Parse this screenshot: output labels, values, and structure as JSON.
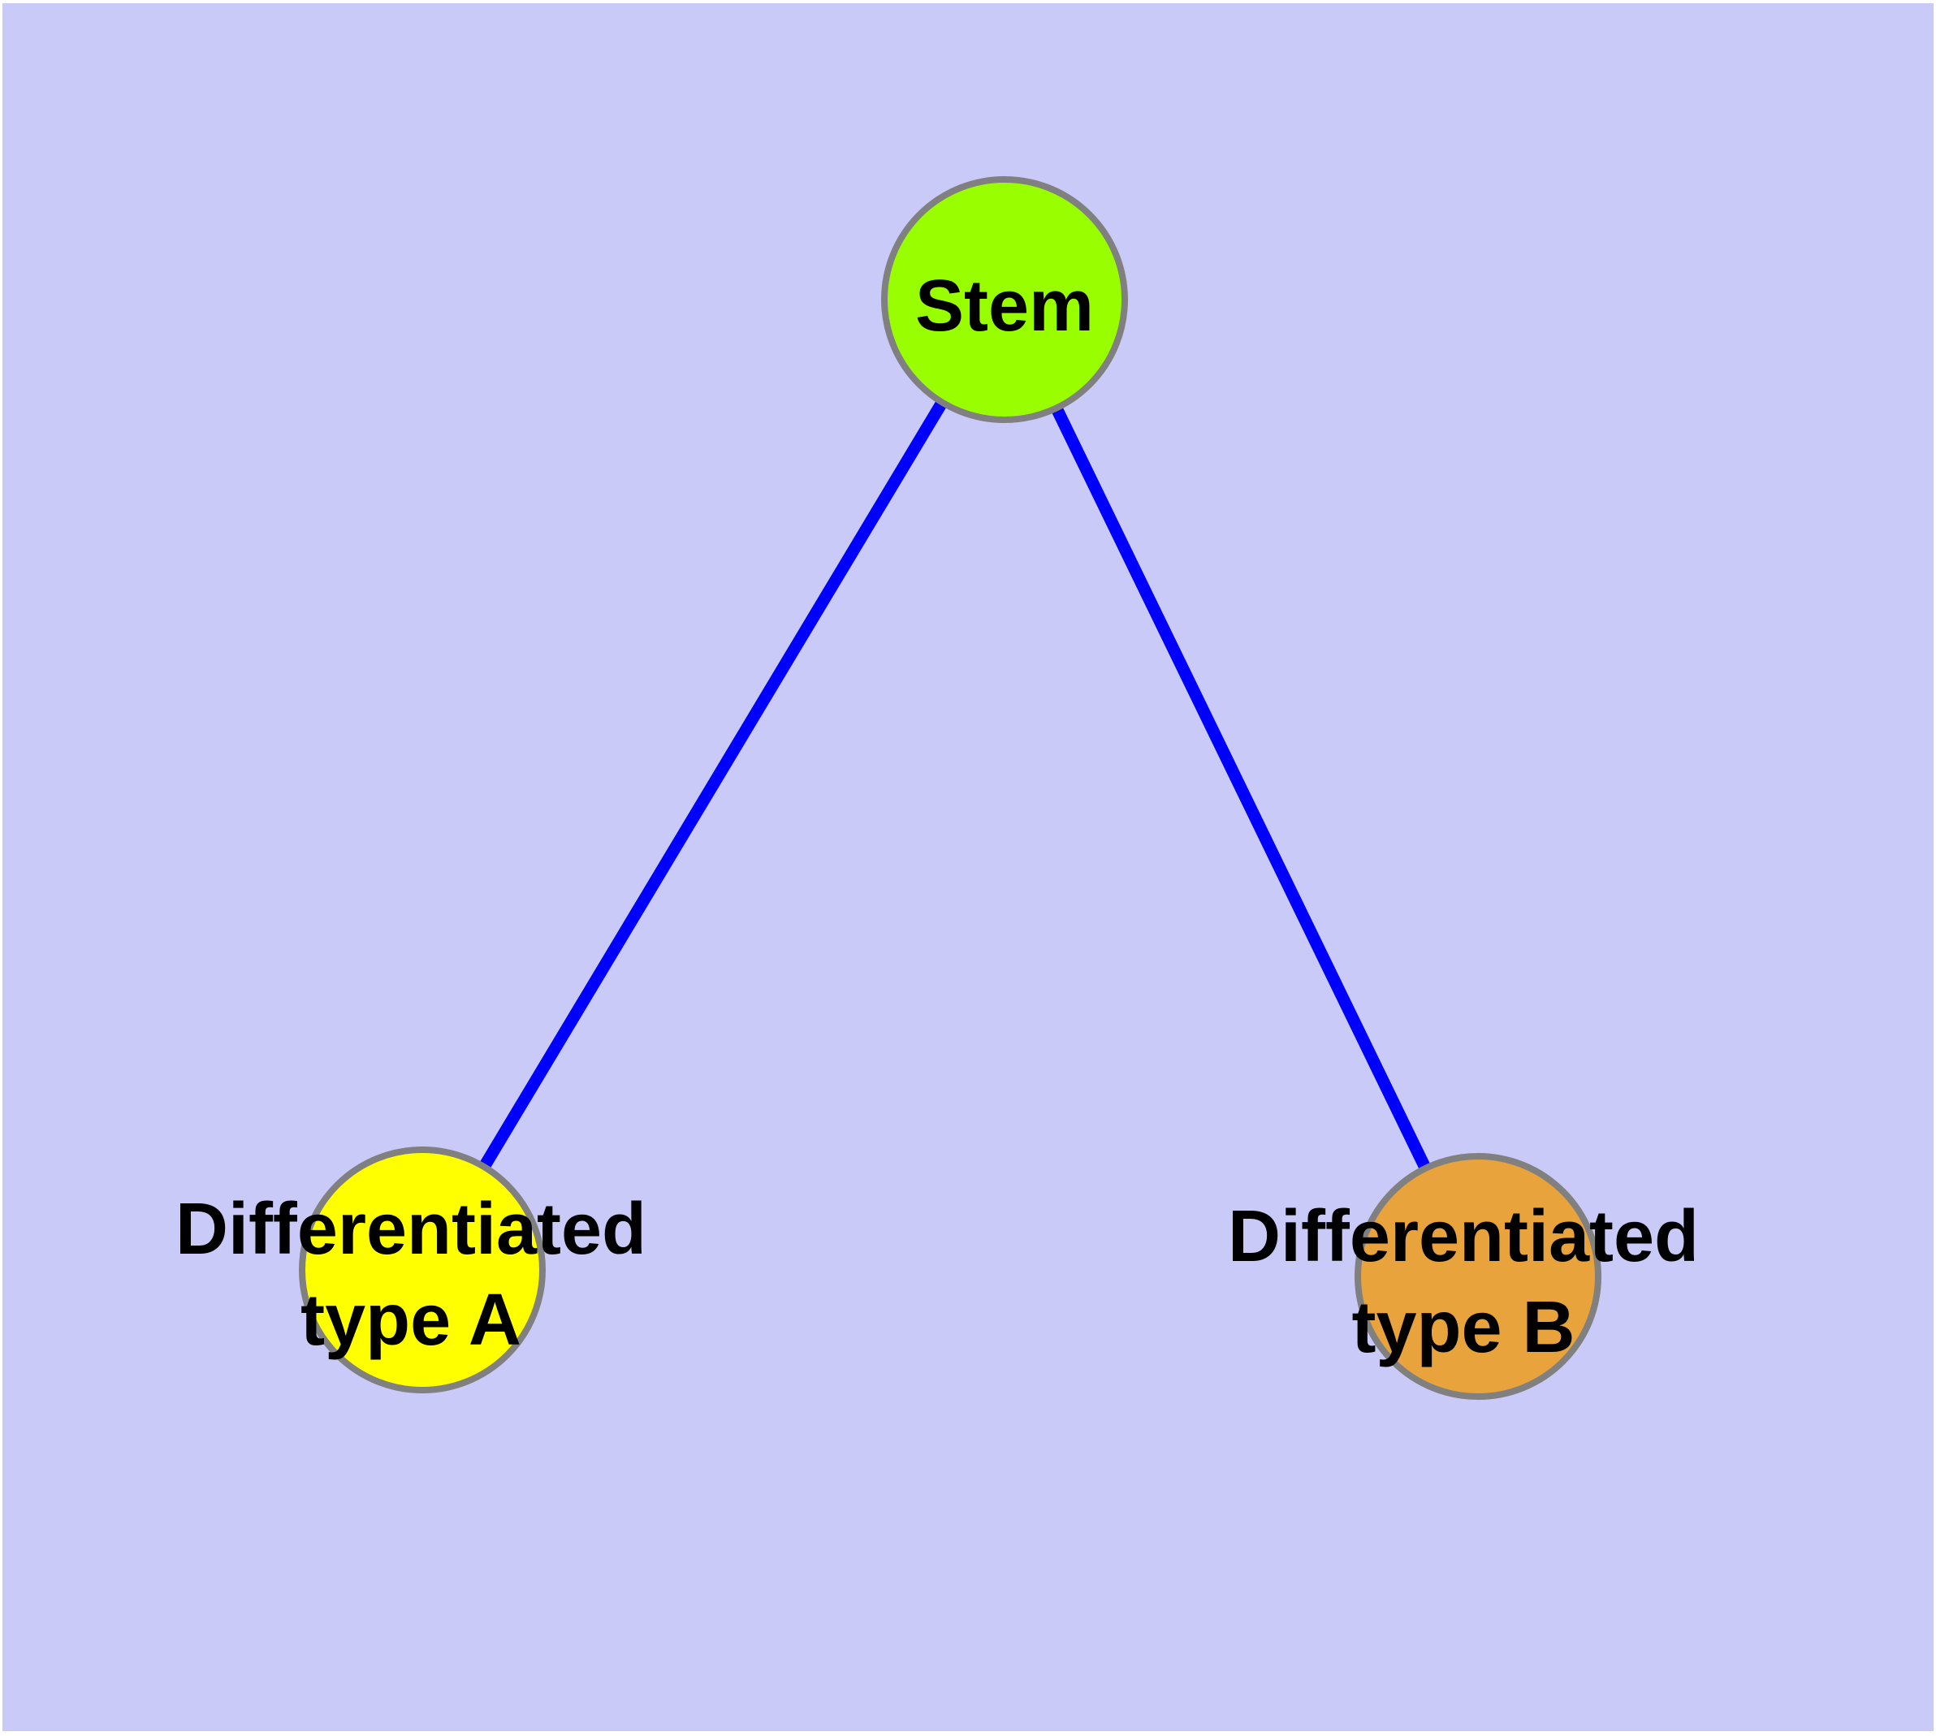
{
  "diagram": {
    "type": "node-link-graph",
    "colors": {
      "background": "#cacaf8",
      "page_margin": "#ffffff",
      "edge": "#0000ff",
      "node_border": "#808080",
      "label_text": "#000000"
    },
    "nodes": [
      {
        "id": "stem",
        "label": "Stem",
        "fill": "#99ff00"
      },
      {
        "id": "differentiated-type-a",
        "label_line1": "Differentiated",
        "label_line2": "type A",
        "fill": "#ffff00"
      },
      {
        "id": "differentiated-type-b",
        "label_line1": "Differentiated",
        "label_line2": "type B",
        "fill": "#e8a33c"
      }
    ],
    "edges": [
      {
        "from": "Stem",
        "to": "Differentiated type A"
      },
      {
        "from": "Stem",
        "to": "Differentiated type B"
      }
    ]
  }
}
